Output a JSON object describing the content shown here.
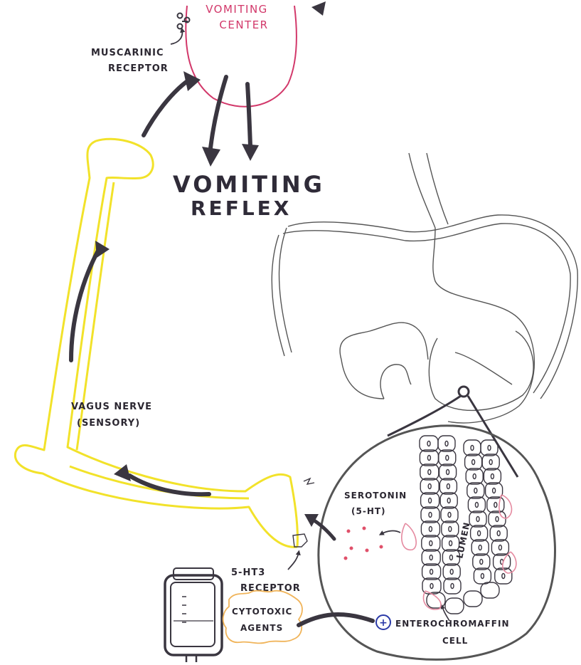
{
  "labels": {
    "vomiting_center_line1": "VOMITING",
    "vomiting_center_line2": "CENTER",
    "muscarinic_line1": "MUSCARINIC",
    "muscarinic_line2": "RECEPTOR",
    "vomiting_reflex_line1": "VOMITING",
    "vomiting_reflex_line2": "REFLEX",
    "vagus_line1": "VAGUS NERVE",
    "vagus_line2": "(SENSORY)",
    "serotonin_line1": "SEROTONIN",
    "serotonin_line2": "(5-HT)",
    "ht3_line1": "5-HT3",
    "ht3_line2": "RECEPTOR",
    "cytotoxic_line1": "CYTOTOXIC",
    "cytotoxic_line2": "AGENTS",
    "lumen": "LUMEN",
    "entero_line1": "ENTEROCHROMAFFIN",
    "entero_line2": "CELL",
    "plus_sign": "+"
  },
  "colors": {
    "ink": "#3a3640",
    "nerve": "#f2e22a",
    "vomiting_center": "#d2386a",
    "enterochromaffin": "#e58aa0",
    "cytotoxic": "#f0b45a",
    "plus": "#2b3aa8",
    "serotonin_dots": "#e0506a",
    "outline": "#555555"
  },
  "icons": {
    "bag": "iv-bag-icon",
    "receptor": "receptor-icon"
  }
}
